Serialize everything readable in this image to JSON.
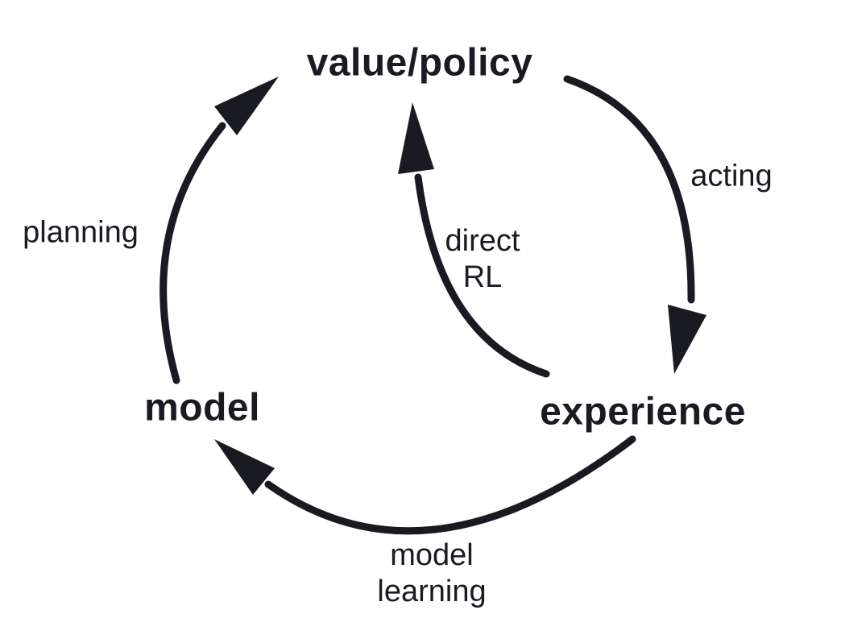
{
  "diagram": {
    "kind": "reinforcement-learning-cycle",
    "colors": {
      "ink": "#1a1a22",
      "background": "#ffffff"
    },
    "nodes": {
      "value_policy": {
        "label": "value/policy"
      },
      "model": {
        "label": "model"
      },
      "experience": {
        "label": "experience"
      }
    },
    "edges": {
      "acting": {
        "label": "acting",
        "from": "value/policy",
        "to": "experience"
      },
      "direct_rl": {
        "label_line1": "direct",
        "label_line2": "RL",
        "from": "experience",
        "to": "value/policy"
      },
      "model_learning": {
        "label_line1": "model",
        "label_line2": "learning",
        "from": "experience",
        "to": "model"
      },
      "planning": {
        "label": "planning",
        "from": "model",
        "to": "value/policy"
      }
    }
  }
}
